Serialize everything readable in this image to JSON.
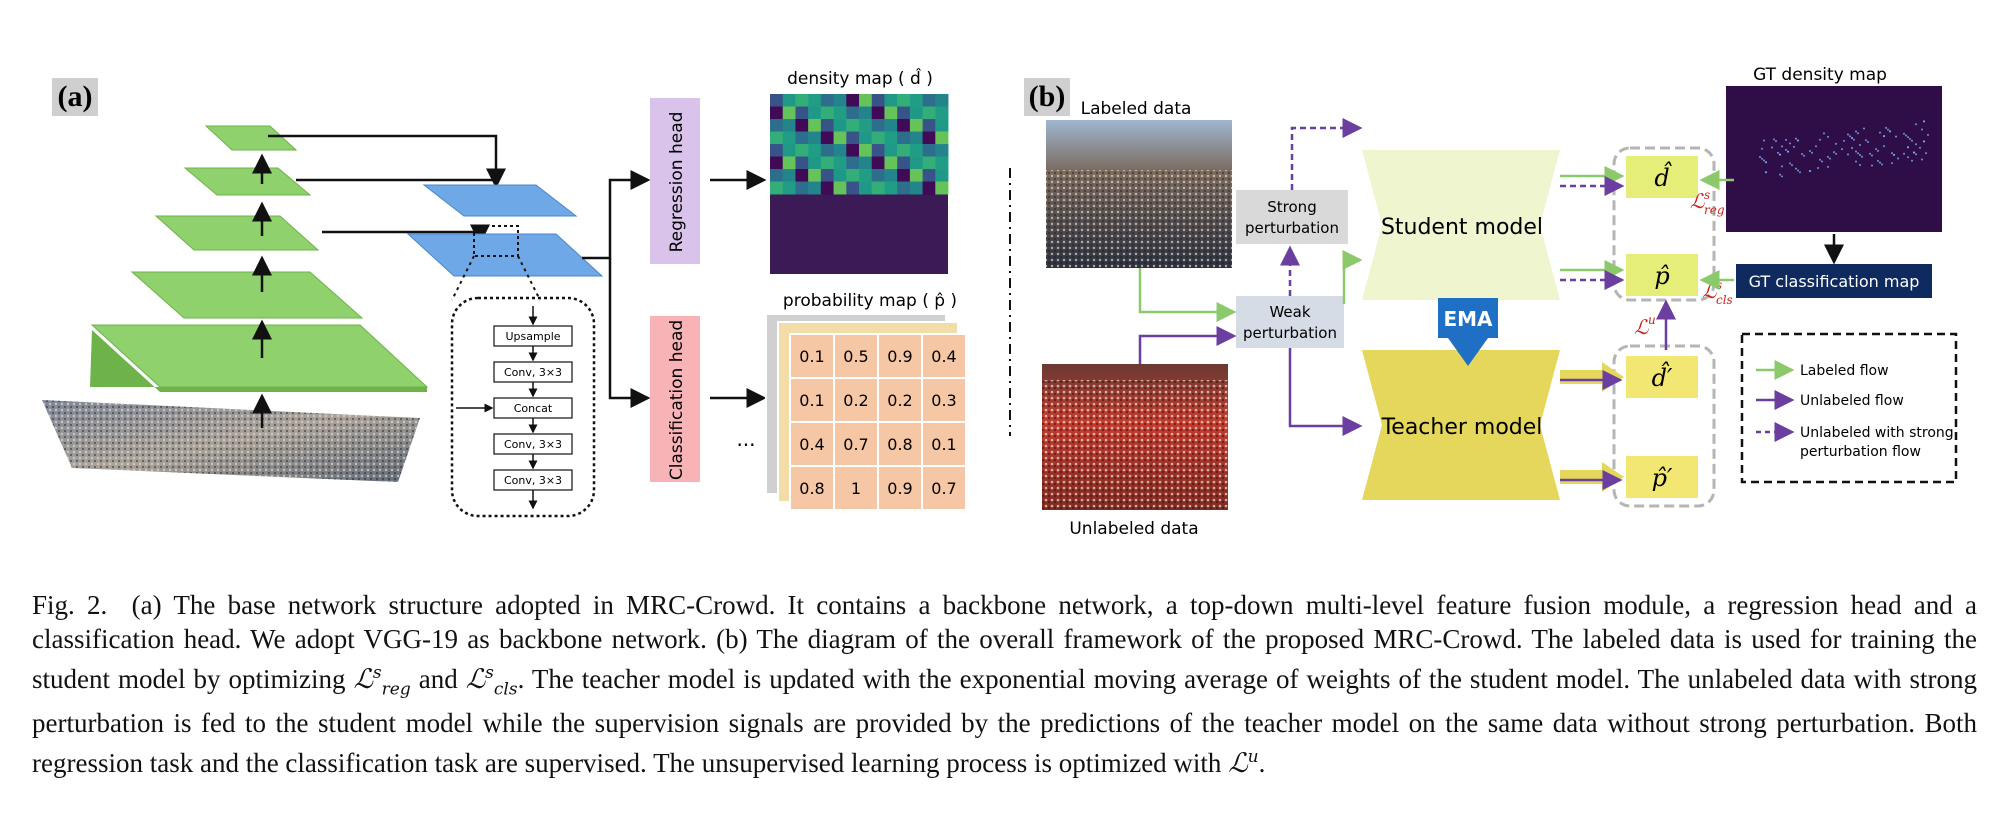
{
  "panel_a": {
    "label": "(a)",
    "decoder_ops": [
      "Upsample",
      "Conv, 3×3",
      "Concat",
      "Conv, 3×3",
      "Conv, 3×3"
    ],
    "regression_head": "Regression head",
    "classification_head": "Classification head",
    "density_map_title": "density map ( d̂ )",
    "probability_map_title": "probability map ( p̂ )",
    "ellipsis": "...",
    "prob_grid": [
      [
        "0.1",
        "0.5",
        "0.9",
        "0.4"
      ],
      [
        "0.1",
        "0.2",
        "0.2",
        "0.3"
      ],
      [
        "0.4",
        "0.7",
        "0.8",
        "0.1"
      ],
      [
        "0.8",
        "1",
        "0.9",
        "0.7"
      ]
    ]
  },
  "panel_b": {
    "label": "(b)",
    "labeled_data": "Labeled data",
    "unlabeled_data": "Unlabeled data",
    "strong_perturbation": [
      "Strong",
      "perturbation"
    ],
    "weak_perturbation": [
      "Weak",
      "perturbation"
    ],
    "student_model": "Student model",
    "teacher_model": "Teacher model",
    "ema": "EMA",
    "outputs": [
      "d̂",
      "p̂",
      "d̂′",
      "p̂′"
    ],
    "loss_reg": {
      "base": "ℒ",
      "sup": "s",
      "sub": "reg"
    },
    "loss_cls": {
      "base": "ℒ",
      "sup": "s",
      "sub": "cls"
    },
    "loss_u": {
      "base": "ℒ",
      "sup": "u"
    },
    "gt_density_map": "GT density map",
    "gt_classification_map": "GT classification map",
    "legend": {
      "labeled_flow": "Labeled flow",
      "unlabeled_flow": "Unlabeled flow",
      "unlabeled_strong_1": "Unlabeled with strong",
      "unlabeled_strong_2": "perturbation flow"
    }
  },
  "colors": {
    "pyramid_green": "#8fd16c",
    "decoder_blue": "#6fa8e6",
    "regression_purple": "#d9c3ea",
    "classification_pink": "#f7b3b6",
    "student_fill": "#eef5cf",
    "teacher_fill": "#e4d75b",
    "output_fill": "#e6ee7a",
    "labeled_flow": "#8cc96a",
    "unlabeled_flow": "#6a3fa0",
    "ema_blue": "#1f6fc4",
    "gt_navy": "#0e2a5e"
  },
  "caption": {
    "p1": "Fig. 2.  (a) The base network structure adopted in MRC-Crowd. It contains a backbone network, a top-down multi-level feature fusion module, a regression head and a classification head. We adopt VGG-19 as backbone network. (b) The diagram of the overall framework of the proposed MRC-Crowd. The labeled data is used for training the student model by optimizing",
    "and": "and",
    "p2": ". The teacher model is updated with the exponential moving average of weights of the student model. The unlabeled data with strong perturbation is fed to the student model while the supervision signals are provided by the predictions of the teacher model on the same data without strong perturbation. Both regression task and the classification task are supervised. The unsupervised learning process is optimized with",
    "end": "."
  }
}
